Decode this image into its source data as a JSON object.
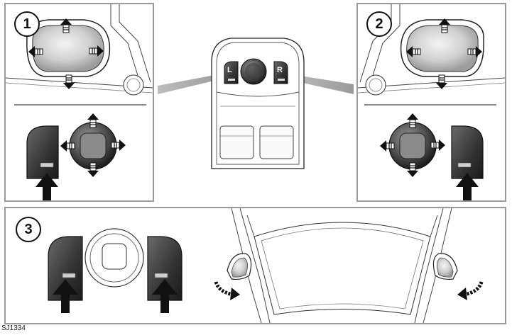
{
  "steps": {
    "one": "1",
    "two": "2",
    "three": "3"
  },
  "control": {
    "left_label": "L",
    "right_label": "R"
  },
  "figure_code": "SJ1334"
}
